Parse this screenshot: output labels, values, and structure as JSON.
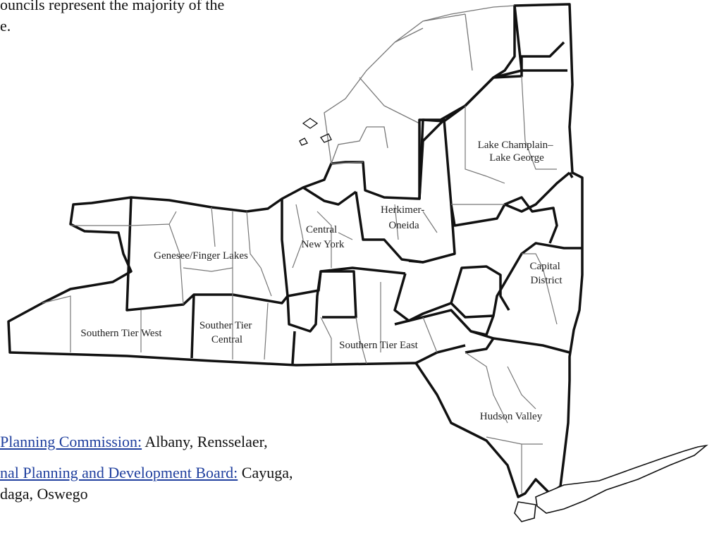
{
  "intro": {
    "line1": "ouncils represent the majority of the",
    "line2": "e."
  },
  "map": {
    "regions": [
      {
        "key": "lake_champlain",
        "label_lines": [
          "Lake Champlain–",
          "Lake George"
        ]
      },
      {
        "key": "herkimer_oneida",
        "label_lines": [
          "Herkimer-",
          "Oneida"
        ]
      },
      {
        "key": "central_ny",
        "label_lines": [
          "Central",
          "New York"
        ]
      },
      {
        "key": "genesee_finger_lakes",
        "label_lines": [
          "Genesee/Finger Lakes"
        ]
      },
      {
        "key": "capital_district",
        "label_lines": [
          "Capital",
          "District"
        ]
      },
      {
        "key": "southern_tier_west",
        "label_lines": [
          "Southern Tier West"
        ]
      },
      {
        "key": "southern_tier_central",
        "label_lines": [
          "Souther Tier",
          "Central"
        ]
      },
      {
        "key": "southern_tier_east",
        "label_lines": [
          "Southern Tier East"
        ]
      },
      {
        "key": "hudson_valley",
        "label_lines": [
          "Hudson Valley"
        ]
      }
    ]
  },
  "list": {
    "items": [
      {
        "link_text": "Planning Commission:",
        "text": " Albany, Rensselaer,",
        "continuation": ""
      },
      {
        "link_text": "nal Planning and Development Board:",
        "text": " Cayuga,",
        "continuation": "daga, Oswego"
      }
    ]
  },
  "colors": {
    "link": "#1f3f9e",
    "border": "#111111",
    "county_line": "#777777"
  }
}
